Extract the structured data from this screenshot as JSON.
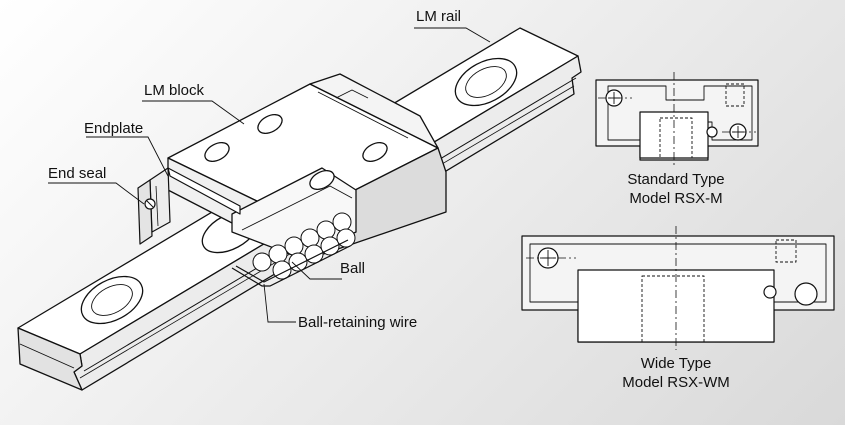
{
  "labels": {
    "lm_rail": "LM rail",
    "lm_block": "LM block",
    "endplate": "Endplate",
    "end_seal": "End seal",
    "ball": "Ball",
    "ball_retaining_wire": "Ball-retaining wire"
  },
  "standard": {
    "type_line": "Standard Type",
    "model_line": "Model RSX-M"
  },
  "wide": {
    "type_line": "Wide Type",
    "model_line": "Model RSX-WM"
  }
}
